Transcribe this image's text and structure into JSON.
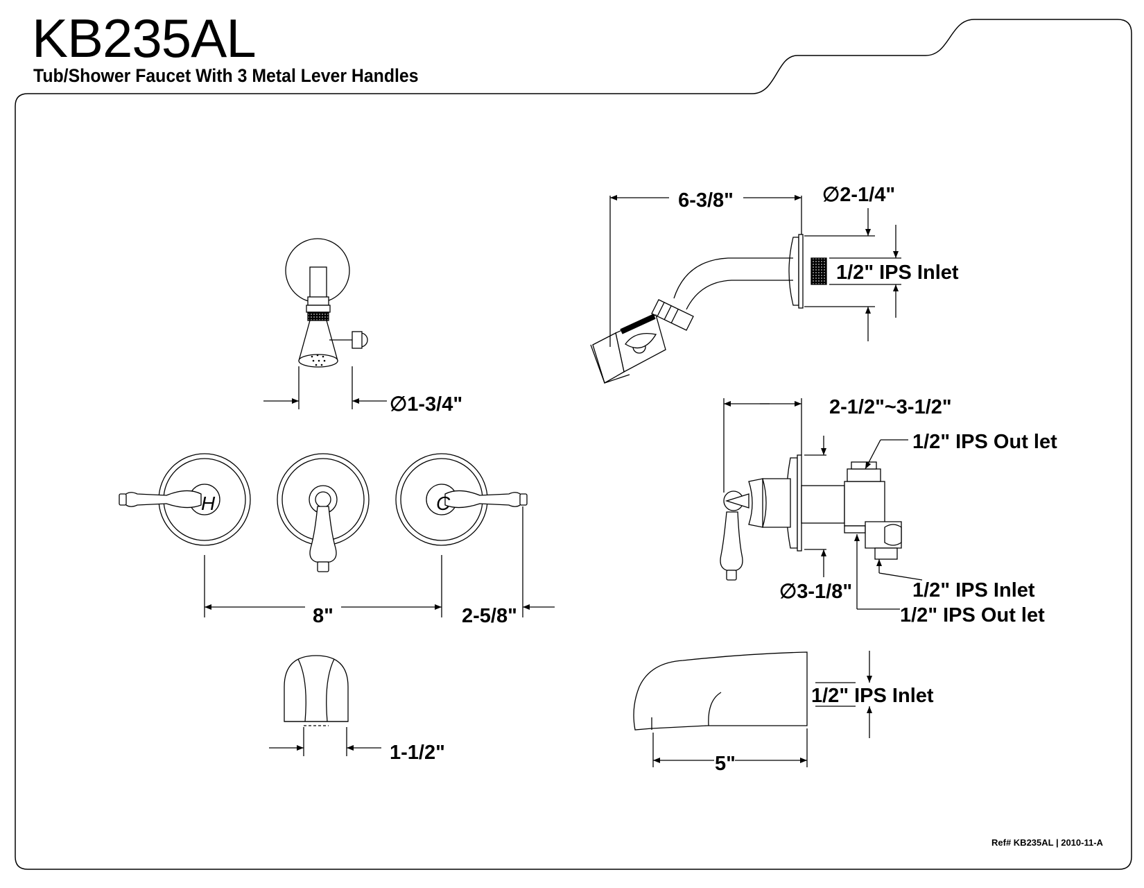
{
  "header": {
    "model": "KB235AL",
    "subtitle": "Tub/Shower Faucet With 3 Metal Lever Handles"
  },
  "footer": {
    "reference": "Ref# KB235AL | 2010-11-A"
  },
  "dimensions": {
    "showerhead_diameter": "∅1-3/4\"",
    "shower_arm_length": "6-3/8\"",
    "flange_diameter": "∅2-1/4\"",
    "shower_inlet": "1/2\" IPS Inlet",
    "handle_spacing": "8\"",
    "handle_offset": "2-5/8\"",
    "valve_depth": "2-1/2\"~3-1/2\"",
    "valve_outlet_top": "1/2\" IPS Out let",
    "valve_inlet": "1/2\" IPS Inlet",
    "valve_outlet_bottom": "1/2\" IPS Out let",
    "escutcheon_diameter": "∅3-1/8\"",
    "spout_width": "1-1/2\"",
    "spout_inlet": "1/2\" IPS Inlet",
    "spout_length": "5\""
  },
  "handle_marks": {
    "hot": "H",
    "cold": "C"
  }
}
